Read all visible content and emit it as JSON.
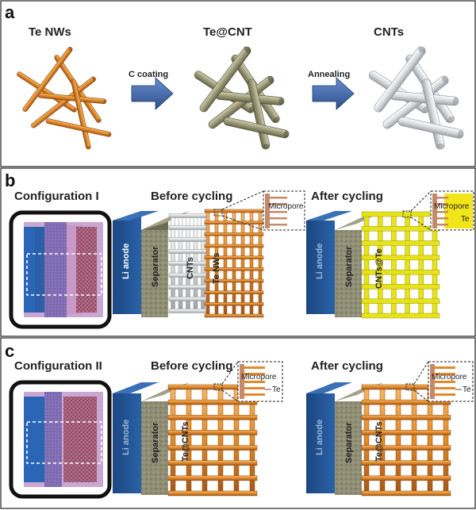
{
  "panels": {
    "a": {
      "letter": "a",
      "stage1": "Te NWs",
      "stage2": "Te@CNT",
      "stage3": "CNTs",
      "arrow1": "C coating",
      "arrow2": "Annealing"
    },
    "b": {
      "letter": "b",
      "config_title": "Configuration I",
      "before_title": "Before cycling",
      "after_title": "After cycling",
      "anode_label": "Li anode",
      "separator_label": "Separator",
      "cnt_label": "CNTs",
      "te_nw_label": "Te NWs",
      "after_anode_label": "Li anode",
      "after_separator_label": "Separator",
      "after_composite_label": "CNTs@Te",
      "inset1_label": "Micropore",
      "inset2_label": "Micropore",
      "inset2_te": "Te"
    },
    "c": {
      "letter": "c",
      "config_title": "Configuration II",
      "before_title": "Before cycling",
      "after_title": "After cycling",
      "anode_label": "Li anode",
      "separator_label": "Separator",
      "composite_label": "Te@CNTs",
      "after_anode_label": "Li anode",
      "after_separator_label": "Separator",
      "after_composite_label": "Te@CNTs",
      "inset1_label": "Micropore",
      "inset1_te": "Te",
      "inset2_label": "Micropore",
      "inset2_te": "Te"
    }
  },
  "colors": {
    "te": "#e08a2a",
    "te_dark": "#b8661a",
    "coated": "#9c9b78",
    "cnt": "#d8dadc",
    "arrow": "#3f66a8",
    "anode": "#1d4f8e",
    "separator": "#8c8a70",
    "yellow": "#e6e21c",
    "cell_border": "#1a1a1a",
    "cell_fill": "#c9a6cf"
  }
}
